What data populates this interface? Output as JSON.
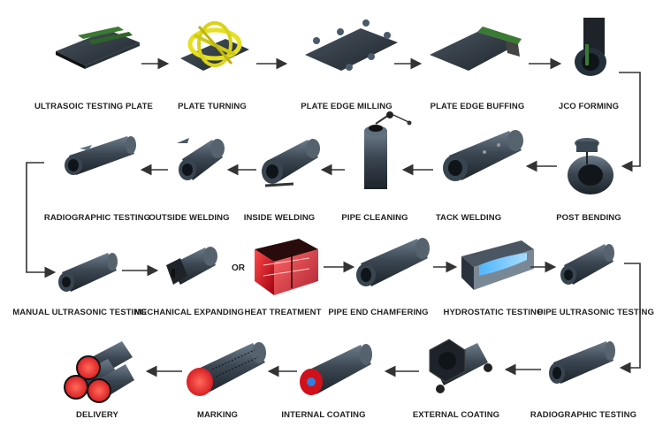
{
  "colors": {
    "steel_dark": "#1f262d",
    "steel_mid": "#3a4652",
    "steel_light": "#5f6f7e",
    "fixture_yellow": "#e6e022",
    "heat_red": "#e8202a",
    "coating_inner_red": "#ff2a2a",
    "arrow": "#333333"
  },
  "steps": [
    {
      "id": "ultrasonic_plate",
      "label": "ULTRASOIC TESTING PLATE",
      "icon": "flat-plate-icon"
    },
    {
      "id": "plate_turning",
      "label": "PLATE TURNING",
      "icon": "turning-fixture-icon"
    },
    {
      "id": "plate_edge_milling",
      "label": "PLATE EDGE MILLING",
      "icon": "milling-plate-icon"
    },
    {
      "id": "plate_edge_buffing",
      "label": "PLATE EDGE BUFFING",
      "icon": "buffing-plate-icon"
    },
    {
      "id": "jco_forming",
      "label": "JCO FORMING",
      "icon": "jco-press-icon"
    },
    {
      "id": "post_bending",
      "label": "POST BENDING",
      "icon": "bending-rollers-icon"
    },
    {
      "id": "tack_welding",
      "label": "TACK WELDING",
      "icon": "tack-weld-pipe-icon"
    },
    {
      "id": "pipe_cleaning",
      "label": "PIPE CLEANING",
      "icon": "vertical-pipe-icon"
    },
    {
      "id": "inside_welding",
      "label": "INSIDE WELDING",
      "icon": "inside-weld-pipe-icon"
    },
    {
      "id": "outside_welding",
      "label": "OUTSIDE WELDING",
      "icon": "outside-weld-pipe-icon"
    },
    {
      "id": "radiographic_1",
      "label": "RADIOGRAPHIC TESTING",
      "icon": "xray-pipe-icon"
    },
    {
      "id": "manual_ultrasonic",
      "label": "MANUAL ULTRASONIC TESTING",
      "icon": "ultrasonic-pipe-icon"
    },
    {
      "id": "mechanical_expanding",
      "label": "MECHANICAL EXPANDING",
      "icon": "expander-pipe-icon"
    },
    {
      "id": "heat_treatment",
      "label": "HEAT TREATMENT",
      "icon": "furnace-icon"
    },
    {
      "id": "end_chamfering",
      "label": "PIPE END CHAMFERING",
      "icon": "chamfer-pipe-icon"
    },
    {
      "id": "hydrostatic",
      "label": "HYDROSTATIC TESTING",
      "icon": "hydro-tank-icon"
    },
    {
      "id": "pipe_ultrasonic",
      "label": "PIPE ULTRASONIC TESTING",
      "icon": "ut-pipe-icon"
    },
    {
      "id": "radiographic_2",
      "label": "RADIOGRAPHIC TESTING",
      "icon": "xray-pipe-icon"
    },
    {
      "id": "external_coating",
      "label": "EXTERNAL COATING",
      "icon": "coating-machine-icon"
    },
    {
      "id": "internal_coating",
      "label": "INTERNAL COATING",
      "icon": "internal-coat-pipe-icon"
    },
    {
      "id": "marking",
      "label": "MARKING",
      "icon": "marked-pipe-icon"
    },
    {
      "id": "delivery",
      "label": "DELIVERY",
      "icon": "pipe-stack-icon"
    }
  ],
  "or_label": "OR"
}
